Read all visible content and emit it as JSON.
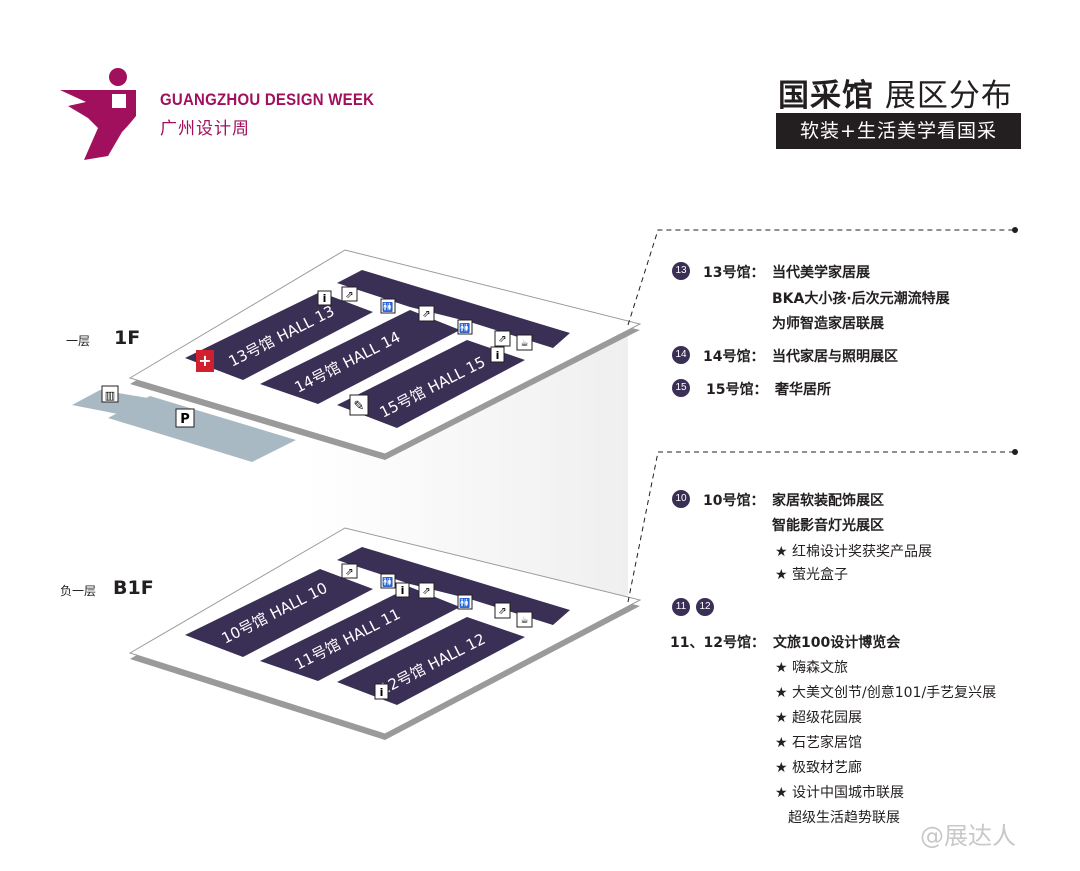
{
  "brand": {
    "name_en": "GUANGZHOU DESIGN WEEK",
    "name_cn": "广州设计周",
    "logo_color": "#a0105c"
  },
  "header": {
    "title_bold": "国采馆",
    "title_rest": " 展区分布",
    "subtitle": "软装+生活美学看国采"
  },
  "floors": [
    {
      "label": "一层",
      "code": "1F",
      "halls": [
        {
          "num": "13号馆",
          "en": "HALL 13"
        },
        {
          "num": "14号馆",
          "en": "HALL 14"
        },
        {
          "num": "15号馆",
          "en": "HALL 15"
        }
      ],
      "parking": "P"
    },
    {
      "label": "负一层",
      "code": "B1F",
      "halls": [
        {
          "num": "10号馆",
          "en": "HALL 10"
        },
        {
          "num": "11号馆",
          "en": "HALL 11"
        },
        {
          "num": "12号馆",
          "en": "HALL 12"
        }
      ]
    }
  ],
  "legend_1f": [
    {
      "badge": "13",
      "hall": "13号馆：",
      "lines": [
        "当代美学家居展",
        "BKA大小孩·后次元潮流特展",
        "为师智造家居联展"
      ]
    },
    {
      "badge": "14",
      "hall": "14号馆：",
      "lines": [
        "当代家居与照明展区"
      ]
    },
    {
      "badge": "15",
      "hall": "15号馆：",
      "lines": [
        "奢华居所"
      ]
    }
  ],
  "legend_b1f": {
    "hall10": {
      "badge": "10",
      "hall": "10号馆：",
      "lines": [
        "家居软装配饰展区",
        "智能影音灯光展区"
      ],
      "subs": [
        "★ 红棉设计奖获奖产品展",
        "★ 萤光盒子"
      ]
    },
    "hall1112": {
      "badges": [
        "11",
        "12"
      ],
      "hall": "11、12号馆：",
      "line": "文旅100设计博览会",
      "subs": [
        "★ 嗨森文旅",
        "★ 大美文创节/创意101/手艺复兴展",
        "★ 超级花园展",
        "★ 石艺家居馆",
        "★ 极致材艺廊",
        "★ 设计中国城市联展",
        "超级生活趋势联展"
      ]
    }
  },
  "icons": {
    "info": "i",
    "escalator": "⇗",
    "toilet": "🚻",
    "cafe": "☕",
    "first_aid": "+",
    "pen": "✎",
    "luggage": "▥"
  },
  "colors": {
    "hall": "#3a2f55",
    "parking": "#a9b9c3",
    "accent": "#a0105c",
    "first_aid": "#d0202e"
  },
  "watermark": "@展达人"
}
